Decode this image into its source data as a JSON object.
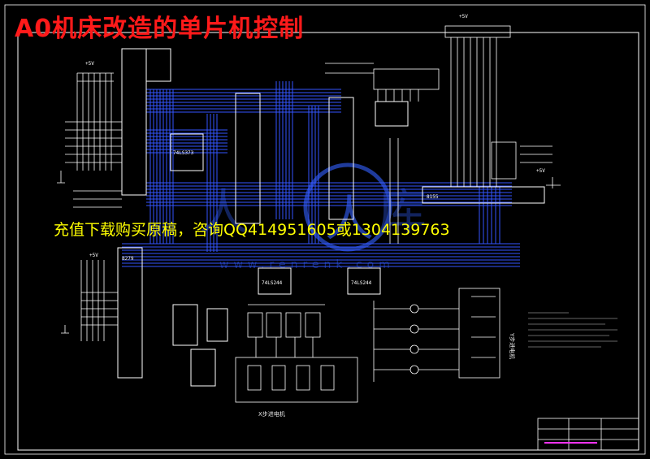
{
  "drawing": {
    "title": "A0机床改造的单片机控制",
    "promo_text": "充值下载购买原稿，咨询QQ414951605或1304139763"
  },
  "labels": {
    "plus5v_a": "+5V",
    "plus5v_b": "+5V",
    "plus5v_c": "+5V",
    "plus5v_d": "+5V",
    "chip_8155": "8155",
    "chip_74ls373": "74LS373",
    "chip_74ls244_a": "74LS244",
    "chip_74ls244_b": "74LS244",
    "chip_8279": "8279",
    "x_stepper": "X步进电机",
    "y_stepper": "Y步进电机"
  },
  "colors": {
    "background": "#000000",
    "frame": "#ffffff",
    "bus": "#3355ff",
    "wire": "#ffffff",
    "title": "#ff1a1a",
    "promo": "#ffff00",
    "watermark": "#2a4fd0",
    "accent_magenta": "#ff33ff"
  }
}
